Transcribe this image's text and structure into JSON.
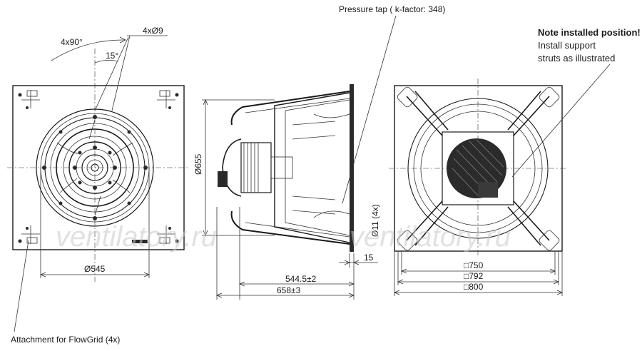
{
  "watermark": [
    "ventilatory.ru",
    "ventilatory.ru"
  ],
  "annotations": {
    "pressure_tap": "Pressure tap ( k-factor: 348)",
    "note_title": "Note installed position!",
    "note_line1": "Install support",
    "note_line2": "struts as illustrated",
    "attachment": "Attachment for FlowGrid (4x)"
  },
  "dimensions": {
    "angle_90": "4x90°",
    "hole_dia": "4xØ9",
    "angle_15": "15°",
    "impeller_dia": "Ø545",
    "inlet_dia": "Ø655",
    "depth_1": "544.5±2",
    "depth_2": "658±3",
    "flange_thickness": "15",
    "mount_hole": "Ø11 (4x)",
    "square_750": "□750",
    "square_792": "□792",
    "square_800": "□800"
  }
}
